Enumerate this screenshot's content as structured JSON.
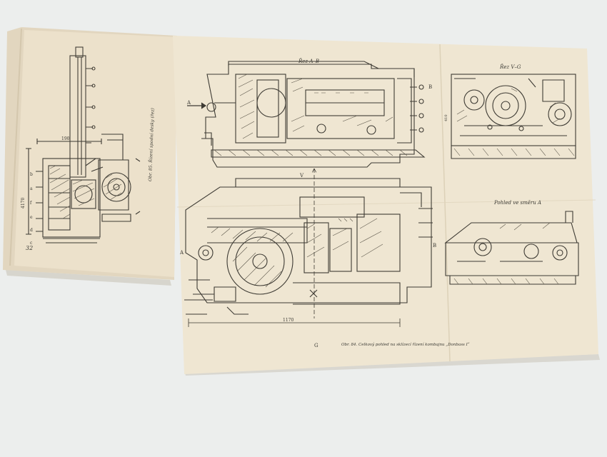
{
  "scene": {
    "description_free": true,
    "colors": {
      "background": "#eceeed",
      "paper_left": "#ece2cf",
      "paper_right": "#efe6d2",
      "ink": "#3f3d37",
      "shadow": "#c9c2b3"
    }
  },
  "left_page": {
    "page_number": "32",
    "vertical_caption": "Obr. 85. Řízení spodní desky (řez)",
    "labels_left": [
      "b",
      "a",
      "f",
      "e",
      "d",
      "c"
    ],
    "dim_values": [
      "4170",
      "190"
    ]
  },
  "right_page": {
    "section_ab_title": "Řez A–B",
    "section_vg_title": "Řez V–G",
    "view_a_title": "Pohled ve směru A",
    "arrow_label_a_top": "A",
    "arrow_label_a_mid": "A",
    "label_b_top": "B",
    "label_b_mid": "B",
    "label_v": "V",
    "label_g": "G",
    "dim_bottom": "1170",
    "dim_vg": "410",
    "caption": "Obr. 84. Celkový pohled na sklízecí řízení kombajnu „Donbass I“"
  }
}
